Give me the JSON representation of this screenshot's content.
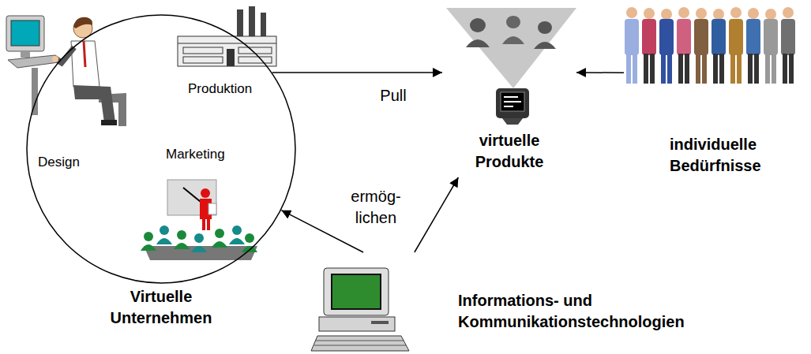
{
  "diagram": {
    "nodes": [
      {
        "text": [
          "Produktion",
          "Design",
          "Marketing",
          "Virtuelle Unternehmen"
        ]
      },
      {
        "text": [
          "virtuelle Produkte"
        ]
      },
      {
        "text": [
          "individuelle Bedürfnisse"
        ]
      },
      {
        "text": [
          "Informations- und Kommunikationstechnologien"
        ]
      }
    ],
    "edges": [
      {
        "from": 0,
        "to": 1,
        "label": "Pull",
        "arrow": "to"
      },
      {
        "from": 2,
        "to": 1,
        "arrow": "to"
      },
      {
        "from": 3,
        "to": 0,
        "label": "ermög- lichen",
        "arrow": "to"
      },
      {
        "from": 3,
        "to": 1,
        "arrow": "to"
      }
    ]
  }
}
